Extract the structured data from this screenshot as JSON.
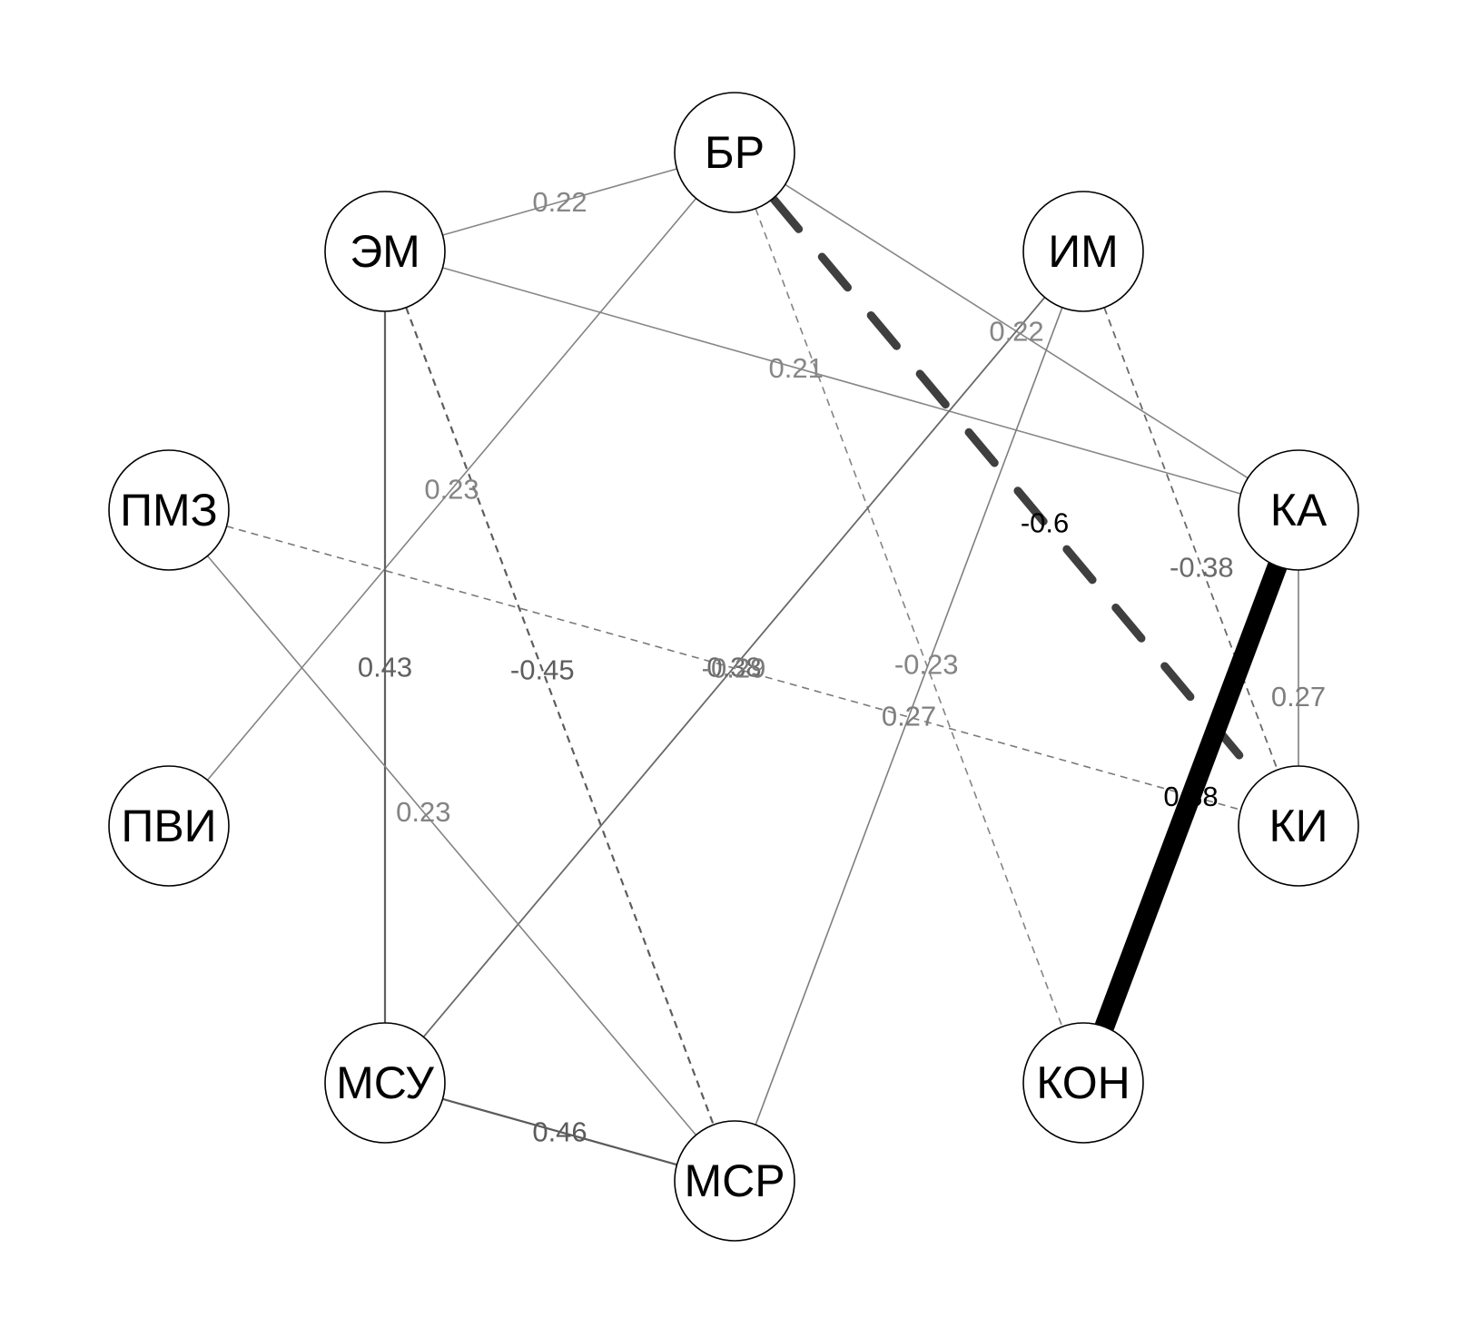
{
  "nodes": [
    {
      "id": "BR",
      "label": "БР"
    },
    {
      "id": "EM",
      "label": "ЭМ"
    },
    {
      "id": "IM",
      "label": "ИМ"
    },
    {
      "id": "PMZ",
      "label": "ПМЗ"
    },
    {
      "id": "KA",
      "label": "КА"
    },
    {
      "id": "PVI",
      "label": "ПВИ"
    },
    {
      "id": "KI",
      "label": "КИ"
    },
    {
      "id": "MSU",
      "label": "МСУ"
    },
    {
      "id": "KON",
      "label": "КОН"
    },
    {
      "id": "MSR",
      "label": "МСР"
    }
  ],
  "edges": [
    {
      "from": "EM",
      "to": "BR",
      "weight": 0.22,
      "label": "0.22"
    },
    {
      "from": "BR",
      "to": "KA",
      "weight": 0.22,
      "label": "0.22"
    },
    {
      "from": "EM",
      "to": "KA",
      "weight": 0.21,
      "label": "0.21"
    },
    {
      "from": "BR",
      "to": "PVI",
      "weight": 0.23,
      "label": "0.23"
    },
    {
      "from": "BR",
      "to": "KON",
      "weight": -0.23,
      "label": "-0.23"
    },
    {
      "from": "BR",
      "to": "KI",
      "weight": -0.6,
      "label": "-0.6"
    },
    {
      "from": "EM",
      "to": "MSU",
      "weight": 0.43,
      "label": "0.43"
    },
    {
      "from": "EM",
      "to": "MSR",
      "weight": -0.45,
      "label": "-0.45"
    },
    {
      "from": "IM",
      "to": "MSU",
      "weight": 0.38,
      "label": "0.38"
    },
    {
      "from": "IM",
      "to": "MSR",
      "weight": 0.27,
      "label": "0.27"
    },
    {
      "from": "IM",
      "to": "KI",
      "weight": -0.38,
      "label": "-0.38"
    },
    {
      "from": "PMZ",
      "to": "KI",
      "weight": -0.29,
      "label": "-0.29"
    },
    {
      "from": "PMZ",
      "to": "MSR",
      "weight": 0.23,
      "label": "0.23"
    },
    {
      "from": "KA",
      "to": "KI",
      "weight": 0.27,
      "label": "0.27"
    },
    {
      "from": "KA",
      "to": "KON",
      "weight": 0.88,
      "label": "0.88"
    },
    {
      "from": "MSU",
      "to": "MSR",
      "weight": 0.46,
      "label": "0.46"
    }
  ]
}
